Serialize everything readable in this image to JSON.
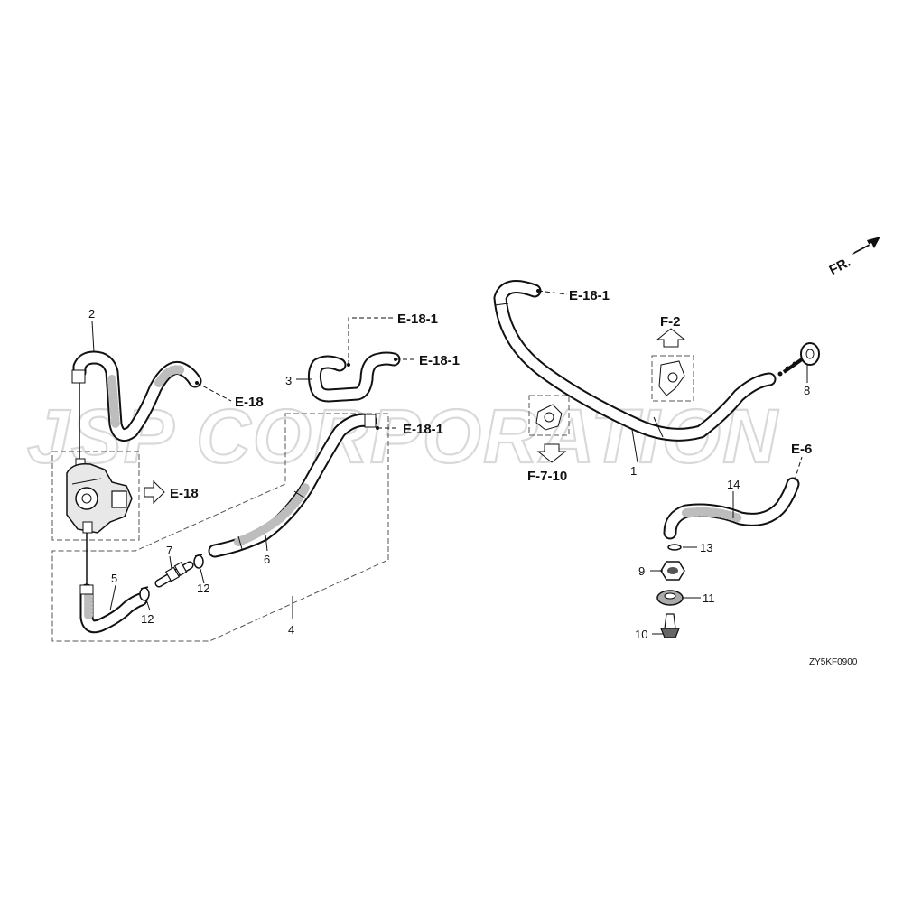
{
  "watermark": "JSP CORPORATION",
  "direction": "FR.",
  "figure_code": "ZY5KF0900",
  "part_numbers": {
    "p1": "1",
    "p2": "2",
    "p3": "3",
    "p4": "4",
    "p5": "5",
    "p6": "6",
    "p7": "7",
    "p8": "8",
    "p9": "9",
    "p10": "10",
    "p11": "11",
    "p12a": "12",
    "p12b": "12",
    "p13": "13",
    "p14": "14"
  },
  "references": {
    "r_e18_top": "E-18",
    "r_e18_mid": "E-18",
    "r_e181_a": "E-18-1",
    "r_e181_b": "E-18-1",
    "r_e181_c": "E-18-1",
    "r_e181_d": "E-18-1",
    "r_f2": "F-2",
    "r_f710": "F-7-10",
    "r_e6": "E-6"
  },
  "colors": {
    "line": "#111111",
    "watermark": "#d9d9d9",
    "background": "#ffffff"
  }
}
